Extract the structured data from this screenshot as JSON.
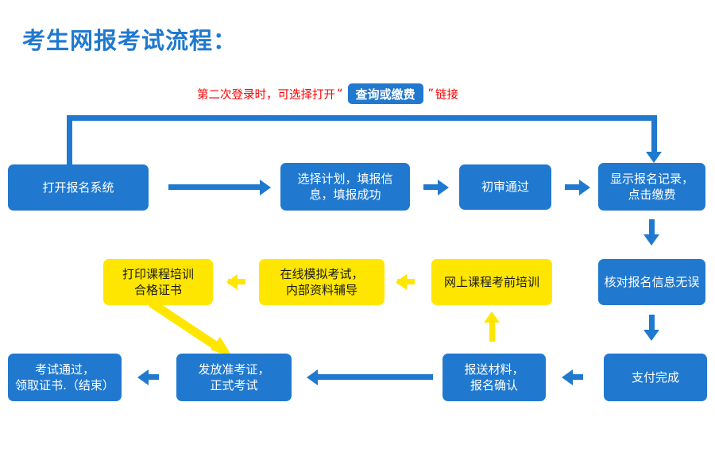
{
  "title": "考生网报考试流程：",
  "colors": {
    "brand_blue": "#2079cf",
    "accent_yellow": "#ffe600",
    "annotation_red": "#ff0000",
    "box_text_light": "#ffffff",
    "box_text_dark": "#1a1a1a"
  },
  "annotation": {
    "prefix": "第二次登录时，可选择打开",
    "open_quote": "“",
    "pill_label": "查询或缴费",
    "close_quote": "”",
    "suffix": "链接"
  },
  "nodes": [
    {
      "id": "open-system",
      "label": "打开报名系统",
      "style": "blue"
    },
    {
      "id": "select-plan",
      "label": "选择计划，填报信\n息，填报成功",
      "style": "blue"
    },
    {
      "id": "first-review",
      "label": "初审通过",
      "style": "blue"
    },
    {
      "id": "show-record",
      "label": "显示报名记录，\n点击缴费",
      "style": "blue"
    },
    {
      "id": "verify-info",
      "label": "核对报名信息无误",
      "style": "blue"
    },
    {
      "id": "payment-done",
      "label": "支付完成",
      "style": "blue"
    },
    {
      "id": "submit-materials",
      "label": "报送材料，\n报名确认",
      "style": "blue"
    },
    {
      "id": "online-training",
      "label": "网上课程考前培训",
      "style": "yellow"
    },
    {
      "id": "mock-exam",
      "label": "在线模拟考试，\n内部资料辅导",
      "style": "yellow"
    },
    {
      "id": "print-certificate",
      "label": "打印课程培训\n合格证书",
      "style": "yellow"
    },
    {
      "id": "issue-admit-card",
      "label": "发放准考证，\n正式考试",
      "style": "blue"
    },
    {
      "id": "exam-passed",
      "label": "考试通过，\n领取证书.（结束）",
      "style": "blue"
    }
  ],
  "connectors": [
    {
      "id": "open-system-to-select-plan",
      "kind": "arrow-right-long"
    },
    {
      "id": "select-plan-to-first-review",
      "kind": "arrow-right-short"
    },
    {
      "id": "first-review-to-show-record",
      "kind": "arrow-right-short"
    },
    {
      "id": "open-system-to-show-record-loopback",
      "kind": "elbow-top-loop"
    },
    {
      "id": "show-record-to-verify-info",
      "kind": "arrow-down"
    },
    {
      "id": "verify-info-to-payment-done",
      "kind": "arrow-down"
    },
    {
      "id": "payment-done-to-submit-materials",
      "kind": "arrow-left-short"
    },
    {
      "id": "submit-materials-to-online-training",
      "kind": "arrow-up-yellow"
    },
    {
      "id": "online-training-to-mock-exam",
      "kind": "arrow-left-yellow"
    },
    {
      "id": "mock-exam-to-print-certificate",
      "kind": "arrow-left-yellow"
    },
    {
      "id": "print-certificate-to-issue-admit-card",
      "kind": "arrow-diagonal-yellow"
    },
    {
      "id": "submit-materials-to-issue-admit-card",
      "kind": "arrow-left-long"
    },
    {
      "id": "issue-admit-card-to-exam-passed",
      "kind": "arrow-left-short"
    }
  ]
}
